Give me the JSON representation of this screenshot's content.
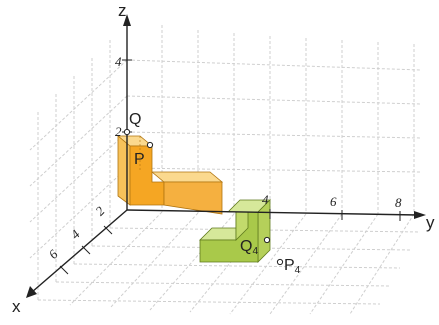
{
  "diagram": {
    "axes": {
      "x": "x",
      "y": "y",
      "z": "z"
    },
    "ticks": {
      "x": [
        "2",
        "4",
        "6"
      ],
      "y": [
        "4",
        "6",
        "8"
      ],
      "z": [
        "2",
        "4"
      ]
    },
    "points": {
      "Q": "Q",
      "P": "P",
      "Q4_base": "Q",
      "Q4_sub": "4",
      "P4_base": "P",
      "P4_sub": "4"
    },
    "colors": {
      "orange_front": "#f5a623",
      "orange_side": "#f7c25a",
      "orange_top": "#fbd98e",
      "green_front": "#a9c94a",
      "green_side": "#c2da6c",
      "green_top": "#d6e89a",
      "grid": "#c9c9c9"
    }
  }
}
